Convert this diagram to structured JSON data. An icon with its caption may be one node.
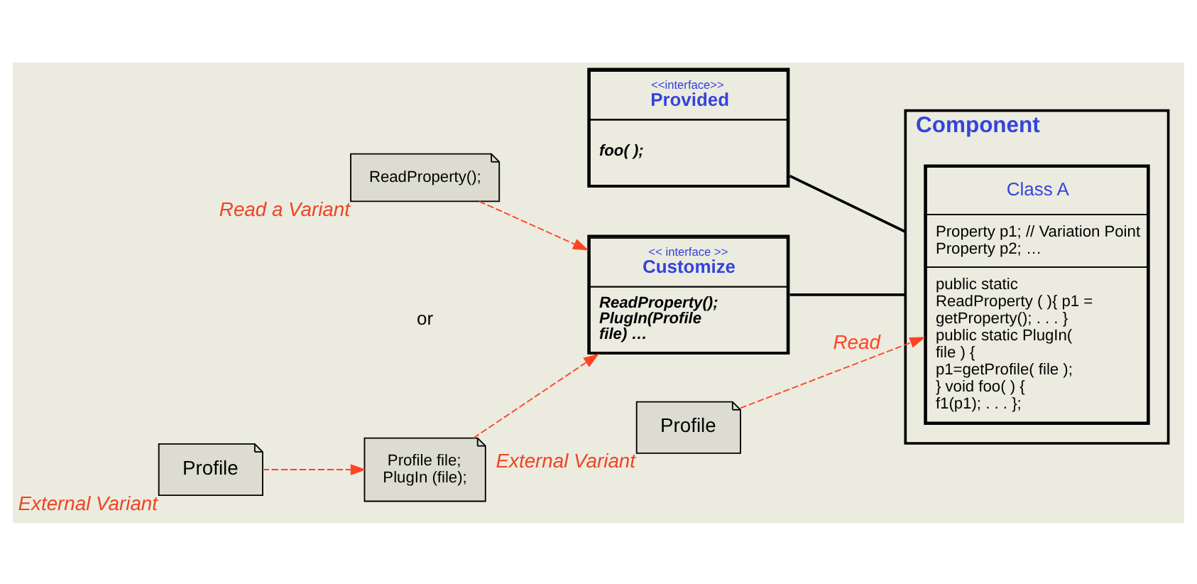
{
  "diagram": {
    "nodes": [
      {
        "text": [
          "Component"
        ]
      },
      {
        "text": [
          "Class A",
          "Property p1; // Variation Point Property p2; …",
          "public static ReadProperty ( ){ p1 = getProperty(); . . . } public static PlugIn( file ) { p1=getProfile( file ); } void foo( ) { f1(p1); . . . };"
        ],
        "in": 0
      },
      {
        "text": [
          "<<interface>>",
          "Provided",
          "foo( );"
        ]
      },
      {
        "text": [
          "<< interface >>",
          "Customize",
          "ReadProperty(); PlugIn(Profile file) …"
        ]
      },
      {
        "text": [
          "ReadProperty();"
        ],
        "beside": [
          "Read a Variant"
        ]
      },
      {
        "text": [
          "Profile file; PlugIn (file);"
        ]
      },
      {
        "text": [
          "Profile"
        ],
        "beside": [
          "External Variant"
        ]
      },
      {
        "text": [
          "Profile"
        ],
        "beside": [
          "External Variant"
        ]
      }
    ],
    "edges": [
      {
        "from": 2,
        "to": 0,
        "arrow": "none",
        "color": "#000000"
      },
      {
        "from": 3,
        "to": 0,
        "arrow": "none",
        "color": "#000000"
      },
      {
        "from": 4,
        "to": 3,
        "arrow": "to",
        "style": "dashed",
        "color": "#ff4422"
      },
      {
        "from": 5,
        "to": 3,
        "arrow": "to",
        "style": "dashed",
        "color": "#ff4422"
      },
      {
        "from": 6,
        "to": 5,
        "arrow": "to",
        "style": "dashed",
        "color": "#ff4422"
      },
      {
        "from": 7,
        "to": 1,
        "arrow": "to",
        "label": "Read",
        "style": "dashed",
        "color": "#ff4422"
      }
    ],
    "labels": [
      "or"
    ]
  }
}
